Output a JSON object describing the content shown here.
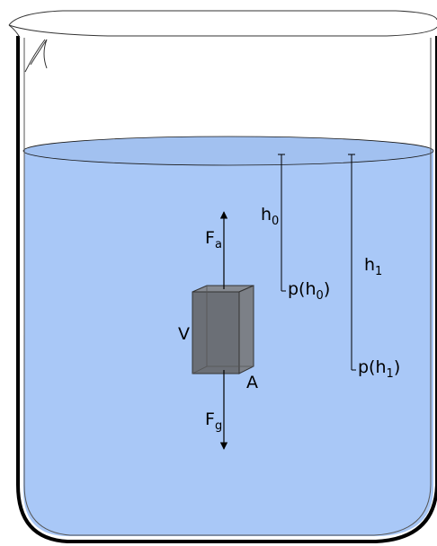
{
  "colors": {
    "water": "#a9c8f7",
    "water_surface": "#a2c1f0",
    "block_front": "#6b6f76",
    "block_side": "#7c8087",
    "block_top": "#868a91",
    "outline": "#000000"
  },
  "labels": {
    "buoyant_force": {
      "base": "F",
      "sub": "a"
    },
    "gravity_force": {
      "base": "F",
      "sub": "g"
    },
    "volume": "V",
    "area": "A",
    "depth_0": {
      "base": "h",
      "sub": "0"
    },
    "depth_1": {
      "base": "h",
      "sub": "1"
    },
    "pressure_0": {
      "prefix": "p(",
      "base": "h",
      "sub": "0",
      "suffix": ")"
    },
    "pressure_1": {
      "prefix": "p(",
      "base": "h",
      "sub": "1",
      "suffix": ")"
    }
  }
}
